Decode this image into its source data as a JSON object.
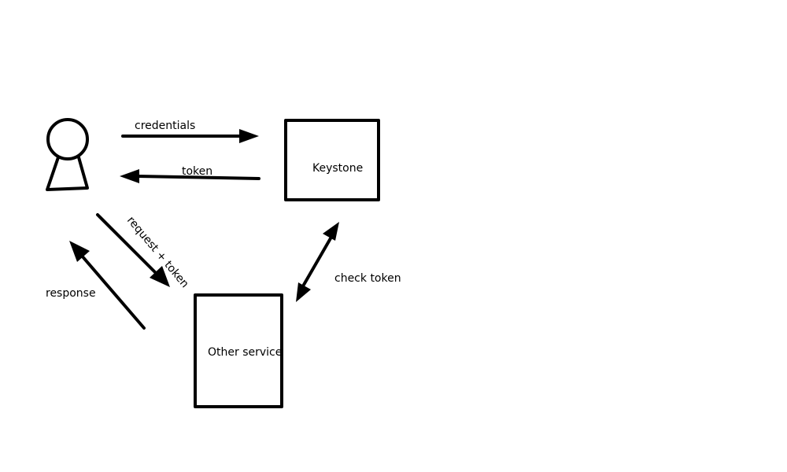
{
  "nodes": {
    "keystone": "Keystone",
    "other_service": "Other service"
  },
  "edges": {
    "credentials": "credentials",
    "token": "token",
    "request_token": "request + token",
    "response": "response",
    "check_token": "check token"
  }
}
